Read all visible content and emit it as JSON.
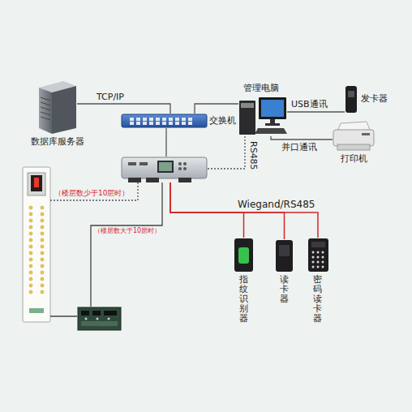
{
  "diagram": {
    "nodes": [
      {
        "text": [
          "数据库服务器"
        ]
      },
      {
        "text": [
          "交换机"
        ]
      },
      {
        "text": [
          "管理电脑"
        ]
      },
      {
        "text": [
          "发卡器"
        ]
      },
      {
        "text": [
          "打印机"
        ]
      },
      {
        "text": []
      },
      {
        "text": []
      },
      {
        "text": []
      },
      {
        "text": [
          "指纹识别器"
        ]
      },
      {
        "text": [
          "读卡器"
        ]
      },
      {
        "text": [
          "密码读卡器"
        ]
      }
    ],
    "edges": [
      {
        "from": 0,
        "to": 1,
        "label": "TCP/IP",
        "arrow": "none"
      },
      {
        "from": 1,
        "to": 2,
        "arrow": "none"
      },
      {
        "from": 2,
        "to": 3,
        "label": "USB通讯",
        "arrow": "none"
      },
      {
        "from": 2,
        "to": 4,
        "label": "并口通讯",
        "arrow": "none"
      },
      {
        "from": 1,
        "to": 5,
        "arrow": "none"
      },
      {
        "from": 2,
        "to": 5,
        "label": "RS485",
        "arrow": "none"
      },
      {
        "from": 5,
        "to": 6,
        "label": "（楼层数少于10层时）",
        "arrow": "none"
      },
      {
        "from": 5,
        "to": 7,
        "label": "（楼层数大于10层时）",
        "arrow": "none"
      },
      {
        "from": 7,
        "to": 6,
        "arrow": "none"
      },
      {
        "from": 5,
        "to": 8,
        "label": "Wiegand/RS485",
        "arrow": "none"
      },
      {
        "from": 5,
        "to": 9,
        "arrow": "none"
      },
      {
        "from": 5,
        "to": 10,
        "arrow": "none"
      }
    ]
  }
}
